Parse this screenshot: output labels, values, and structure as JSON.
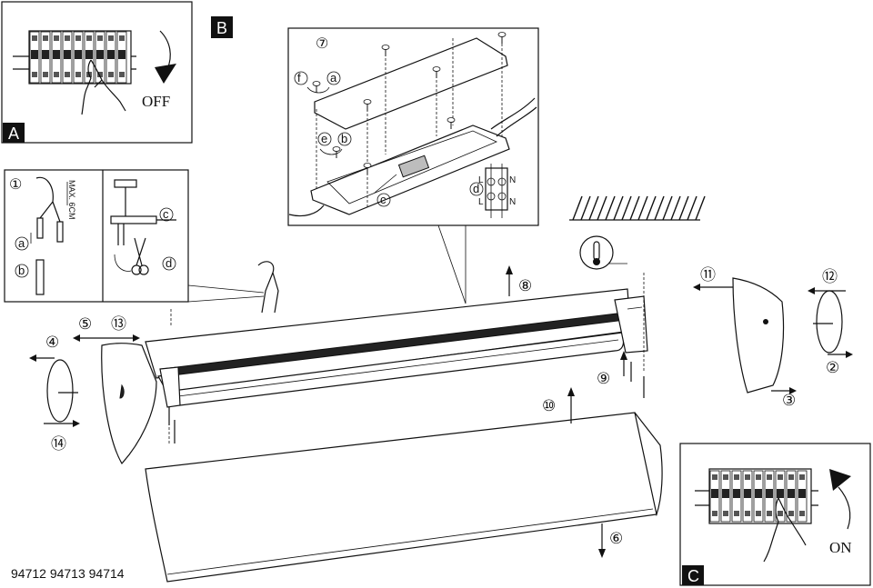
{
  "panels": {
    "a": {
      "tag": "A",
      "label": "OFF"
    },
    "b": {
      "tag": "B",
      "step": "⑦",
      "labels": [
        "f",
        "a",
        "e",
        "b",
        "c",
        "d"
      ],
      "terminal_left": "L",
      "terminal_right": "N"
    },
    "c": {
      "tag": "C",
      "label": "ON"
    },
    "wiring": {
      "step": "①",
      "max_label": "MAX. 6CM",
      "labels": [
        "a",
        "b",
        "c",
        "d"
      ]
    }
  },
  "steps": [
    "④",
    "⑤",
    "⑬",
    "⑭",
    "⑥",
    "⑧",
    "⑨",
    "⑩",
    "⑪",
    "⑫",
    "②",
    "③"
  ],
  "footer": {
    "model_numbers": "94712 94713 94714"
  }
}
